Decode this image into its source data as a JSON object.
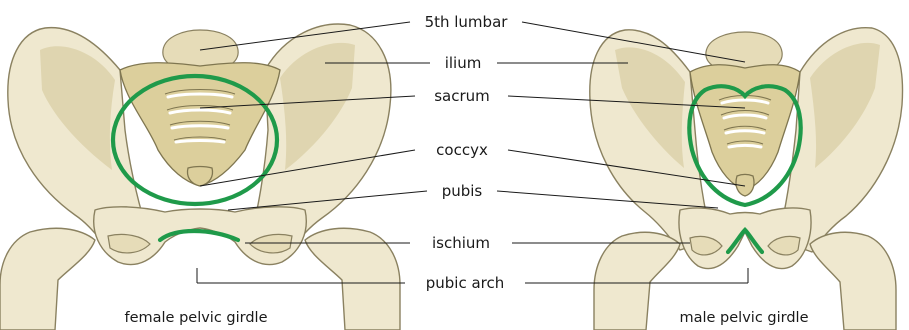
{
  "labels": {
    "lumbar": "5th lumbar",
    "ilium": "ilium",
    "sacrum": "sacrum",
    "coccyx": "coccyx",
    "pubis": "pubis",
    "ischium": "ischium",
    "pubic_arch": "pubic arch"
  },
  "captions": {
    "female": "female pelvic girdle",
    "male": "male pelvic girdle"
  },
  "colors": {
    "outline_highlight": "#1f9a4a",
    "bone": "#efe8cf",
    "sacrum": "#dccf9c"
  }
}
